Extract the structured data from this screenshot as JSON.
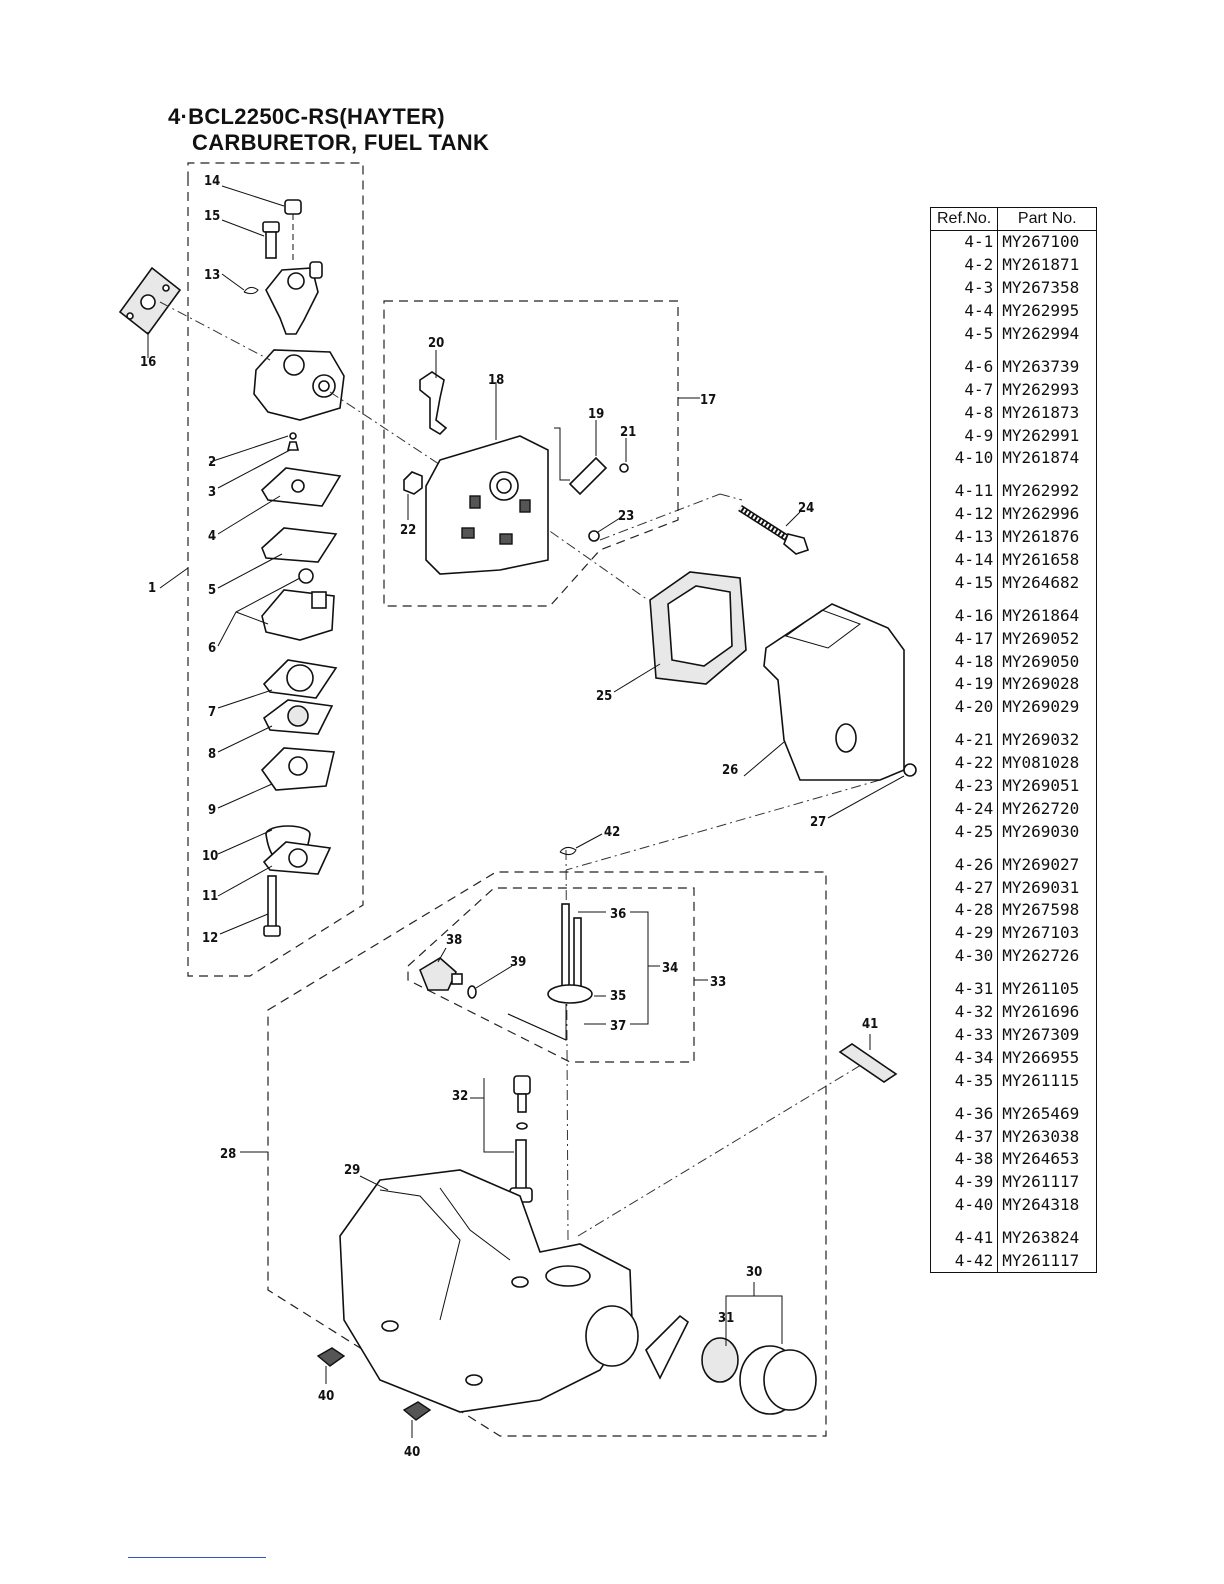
{
  "title": {
    "line1": "4·BCL2250C-RS(HAYTER)",
    "line2": "CARBURETOR, FUEL TANK"
  },
  "table": {
    "headers": {
      "ref": "Ref.No.",
      "part": "Part No."
    },
    "groups": [
      [
        {
          "ref": "4-1",
          "part": "MY267100"
        },
        {
          "ref": "4-2",
          "part": "MY261871"
        },
        {
          "ref": "4-3",
          "part": "MY267358"
        },
        {
          "ref": "4-4",
          "part": "MY262995"
        },
        {
          "ref": "4-5",
          "part": "MY262994"
        }
      ],
      [
        {
          "ref": "4-6",
          "part": "MY263739"
        },
        {
          "ref": "4-7",
          "part": "MY262993"
        },
        {
          "ref": "4-8",
          "part": "MY261873"
        },
        {
          "ref": "4-9",
          "part": "MY262991"
        },
        {
          "ref": "4-10",
          "part": "MY261874"
        }
      ],
      [
        {
          "ref": "4-11",
          "part": "MY262992"
        },
        {
          "ref": "4-12",
          "part": "MY262996"
        },
        {
          "ref": "4-13",
          "part": "MY261876"
        },
        {
          "ref": "4-14",
          "part": "MY261658"
        },
        {
          "ref": "4-15",
          "part": "MY264682"
        }
      ],
      [
        {
          "ref": "4-16",
          "part": "MY261864"
        },
        {
          "ref": "4-17",
          "part": "MY269052"
        },
        {
          "ref": "4-18",
          "part": "MY269050"
        },
        {
          "ref": "4-19",
          "part": "MY269028"
        },
        {
          "ref": "4-20",
          "part": "MY269029"
        }
      ],
      [
        {
          "ref": "4-21",
          "part": "MY269032"
        },
        {
          "ref": "4-22",
          "part": "MY081028"
        },
        {
          "ref": "4-23",
          "part": "MY269051"
        },
        {
          "ref": "4-24",
          "part": "MY262720"
        },
        {
          "ref": "4-25",
          "part": "MY269030"
        }
      ],
      [
        {
          "ref": "4-26",
          "part": "MY269027"
        },
        {
          "ref": "4-27",
          "part": "MY269031"
        },
        {
          "ref": "4-28",
          "part": "MY267598"
        },
        {
          "ref": "4-29",
          "part": "MY267103"
        },
        {
          "ref": "4-30",
          "part": "MY262726"
        }
      ],
      [
        {
          "ref": "4-31",
          "part": "MY261105"
        },
        {
          "ref": "4-32",
          "part": "MY261696"
        },
        {
          "ref": "4-33",
          "part": "MY267309"
        },
        {
          "ref": "4-34",
          "part": "MY266955"
        },
        {
          "ref": "4-35",
          "part": "MY261115"
        }
      ],
      [
        {
          "ref": "4-36",
          "part": "MY265469"
        },
        {
          "ref": "4-37",
          "part": "MY263038"
        },
        {
          "ref": "4-38",
          "part": "MY264653"
        },
        {
          "ref": "4-39",
          "part": "MY261117"
        },
        {
          "ref": "4-40",
          "part": "MY264318"
        }
      ],
      [
        {
          "ref": "4-41",
          "part": "MY263824"
        },
        {
          "ref": "4-42",
          "part": "MY261117"
        }
      ]
    ]
  },
  "callouts": {
    "c1": "1",
    "c2": "2",
    "c3": "3",
    "c4": "4",
    "c5": "5",
    "c6": "6",
    "c7": "7",
    "c8": "8",
    "c9": "9",
    "c10": "10",
    "c11": "11",
    "c12": "12",
    "c13": "13",
    "c14": "14",
    "c15": "15",
    "c16": "16",
    "c17": "17",
    "c18": "18",
    "c19": "19",
    "c20": "20",
    "c21": "21",
    "c22": "22",
    "c23": "23",
    "c24": "24",
    "c25": "25",
    "c26": "26",
    "c27": "27",
    "c28": "28",
    "c29": "29",
    "c30": "30",
    "c31": "31",
    "c32": "32",
    "c33": "33",
    "c34": "34",
    "c35": "35",
    "c36": "36",
    "c37": "37",
    "c38": "38",
    "c39": "39",
    "c40a": "40",
    "c40b": "40",
    "c41": "41",
    "c42": "42"
  }
}
